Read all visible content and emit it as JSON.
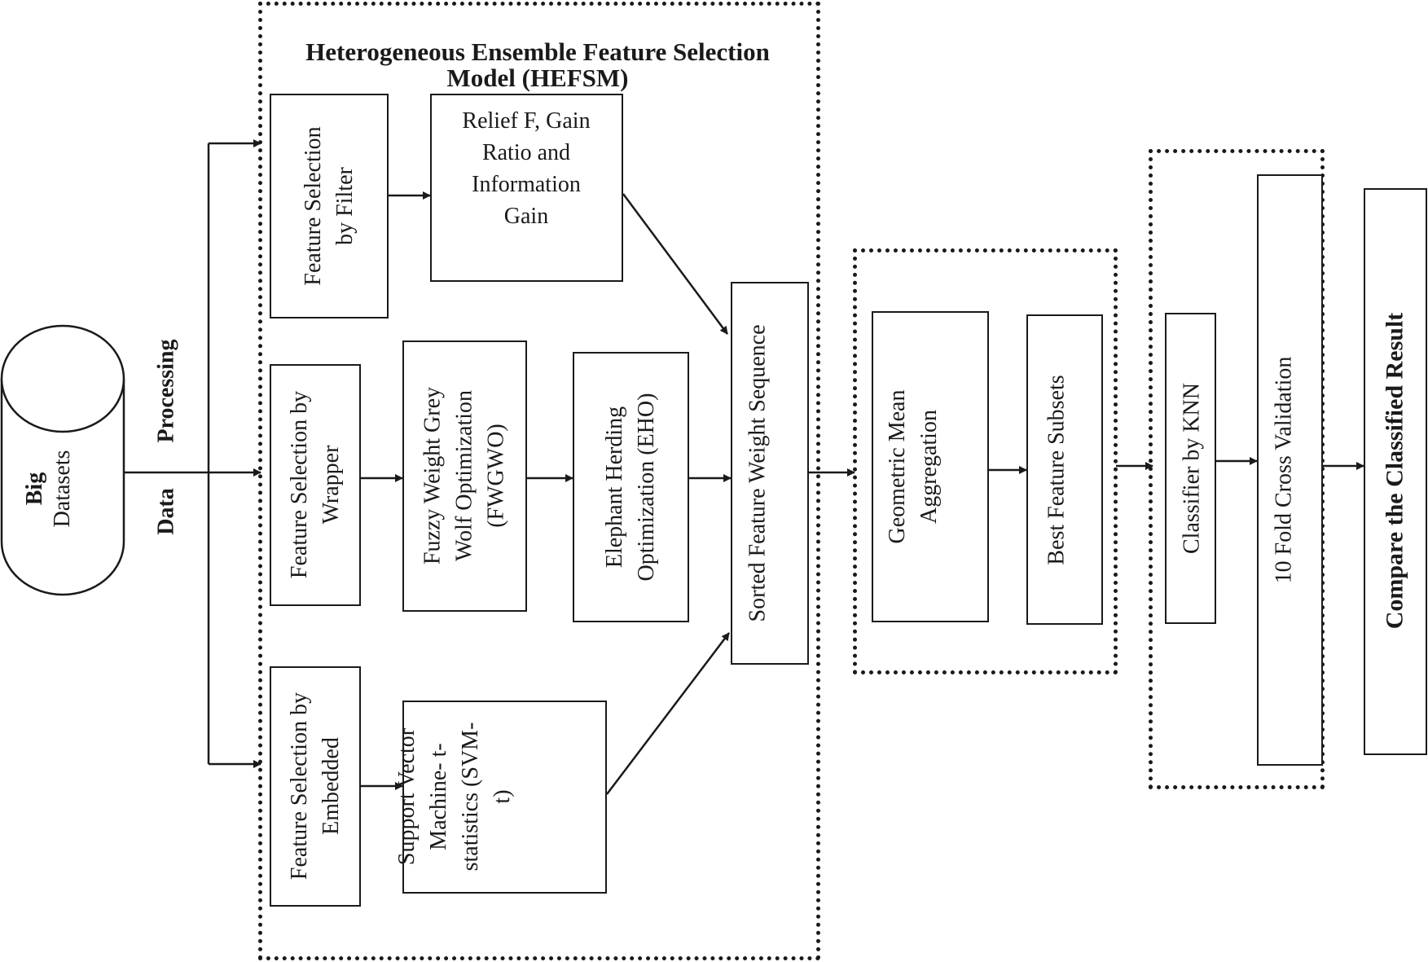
{
  "hefsm": {
    "title_line1": "Heterogeneous Ensemble Feature Selection",
    "title_line2": "Model (HEFSM)"
  },
  "datasets": {
    "line1": "Big",
    "line2": "Datasets"
  },
  "data_processing": {
    "word1": "Data",
    "word2": "Processing"
  },
  "filter": {
    "box_label": [
      "Feature Selection",
      "by Filter"
    ],
    "method": [
      "Relief F, Gain",
      "Ratio and",
      "Information",
      "Gain"
    ]
  },
  "wrapper": {
    "box_label": [
      "Feature Selection by",
      "Wrapper"
    ],
    "method1": [
      "Fuzzy Weight Grey",
      "Wolf Optimization",
      "(FWGWO)"
    ],
    "method2": [
      "Elephant Herding",
      "Optimization (EHO)"
    ]
  },
  "embedded": {
    "box_label": [
      "Feature Selection by",
      "Embedded"
    ],
    "method": [
      "Support Vector",
      "Machine- t-",
      "statistics (SVM-",
      "t)"
    ]
  },
  "sorted": "Sorted Feature Weight Sequence",
  "aggregation": {
    "geo_mean": [
      "Geometric Mean",
      "Aggregation"
    ],
    "best_subsets": "Best Feature Subsets"
  },
  "classification": {
    "knn": "Classifier by KNN",
    "cv": "10 Fold Cross Validation"
  },
  "result": "Compare the Classified Result"
}
